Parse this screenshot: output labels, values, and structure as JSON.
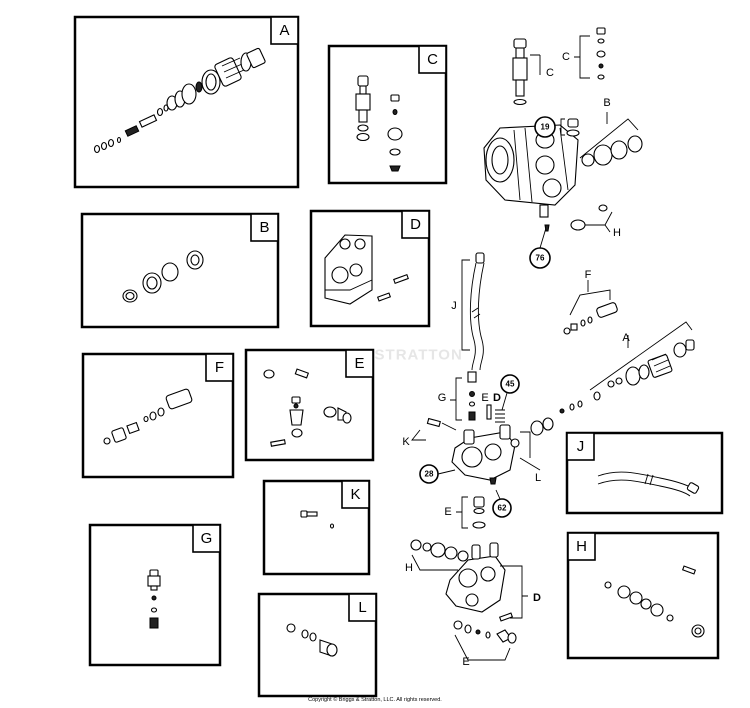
{
  "watermark": "BRIGGS & STRATTON",
  "copyright": "Copyright © Briggs & Stratton, LLC. All rights reserved.",
  "inset_tags": {
    "a": "A",
    "b": "B",
    "c": "C",
    "d": "D",
    "e": "E",
    "f": "F",
    "g": "G",
    "h": "H",
    "j": "J",
    "k": "K",
    "l": "L"
  },
  "callouts": {
    "pump_c": "C",
    "pump_b": "B",
    "pump_h": "H",
    "manifold_j": "J",
    "manifold_f": "F",
    "manifold_a": "A",
    "manifold_g": "G",
    "manifold_e": "E",
    "manifold_d": "D",
    "manifold_k": "K",
    "manifold_l": "L",
    "lower_e": "E",
    "lower_h": "H",
    "lower_d": "D",
    "lower_e2": "E"
  },
  "ref_numbers": {
    "r19": "19",
    "r76": "76",
    "r45": "45",
    "r28": "28",
    "r62": "62"
  }
}
